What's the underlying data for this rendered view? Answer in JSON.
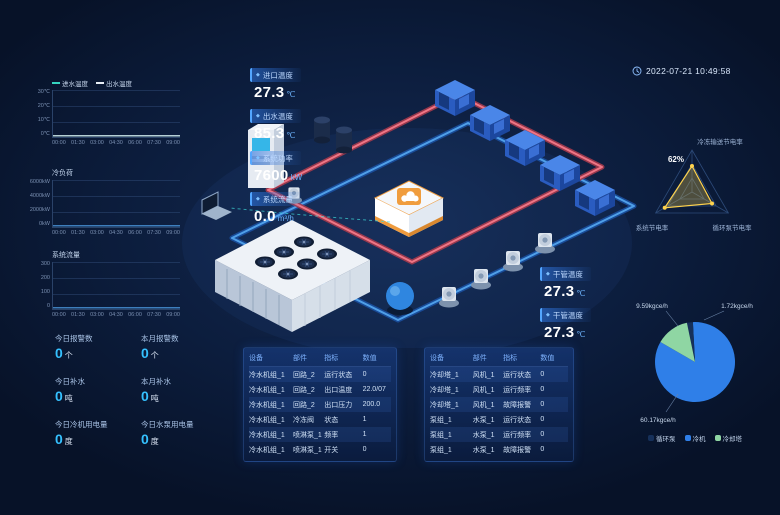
{
  "timestamp": {
    "value": "2022-07-21 10:49:58"
  },
  "metrics": {
    "inlet_temp": {
      "label": "进口温度",
      "value": "27.3",
      "unit": "℃"
    },
    "outlet_temp": {
      "label": "出水温度",
      "value": "85.3",
      "unit": "℃"
    },
    "system_power": {
      "label": "系统功率",
      "value": "7600",
      "unit": "kW"
    },
    "system_flow": {
      "label": "系统流量",
      "value": "0.0",
      "unit": "m³/h"
    },
    "main_pipe_temp_top": {
      "label": "干管温度",
      "value": "27.3",
      "unit": "℃"
    },
    "main_pipe_temp_bottom": {
      "label": "干管温度",
      "value": "27.3",
      "unit": "℃"
    }
  },
  "counters": [
    {
      "label": "今日报警数",
      "value": "0",
      "unit": "个"
    },
    {
      "label": "本月报警数",
      "value": "0",
      "unit": "个"
    },
    {
      "label": "今日补水",
      "value": "0",
      "unit": "吨"
    },
    {
      "label": "本月补水",
      "value": "0",
      "unit": "吨"
    },
    {
      "label": "今日冷机用电量",
      "value": "0",
      "unit": "度"
    },
    {
      "label": "今日水泵用电量",
      "value": "0",
      "unit": "度"
    }
  ],
  "chart_data": [
    {
      "type": "line",
      "title": "",
      "x": [
        "00:00",
        "01:30",
        "03:00",
        "04:30",
        "06:00",
        "07:30",
        "09:00"
      ],
      "yticks": [
        "30℃",
        "20℃",
        "10℃",
        "0℃"
      ],
      "ylim": [
        0,
        30
      ],
      "grid": true,
      "legend_position": "top",
      "series": [
        {
          "name": "进水温度",
          "color": "#35d4c0",
          "values": [
            0,
            0,
            0,
            0,
            0,
            0,
            0
          ]
        },
        {
          "name": "出水温度",
          "color": "#e8eef5",
          "values": [
            0,
            0,
            0,
            0,
            0,
            0,
            0
          ]
        }
      ]
    },
    {
      "type": "line",
      "title": "冷负荷",
      "x": [
        "00:00",
        "01:30",
        "03:00",
        "04:30",
        "06:00",
        "07:30",
        "09:00"
      ],
      "yticks": [
        "6000kW",
        "4000kW",
        "2000kW",
        "0kW"
      ],
      "ylim": [
        0,
        6000
      ],
      "grid": true,
      "series": [
        {
          "name": "冷负荷",
          "color": "#4f9fe8",
          "values": [
            0,
            0,
            0,
            0,
            0,
            0,
            0
          ]
        }
      ]
    },
    {
      "type": "line",
      "title": "系统流量",
      "x": [
        "00:00",
        "01:30",
        "03:00",
        "04:30",
        "06:00",
        "07:30",
        "09:00"
      ],
      "yticks": [
        "300",
        "200",
        "100",
        "0"
      ],
      "ylim": [
        0,
        300
      ],
      "grid": true,
      "series": [
        {
          "name": "系统流量",
          "color": "#4f9fe8",
          "values": [
            0,
            0,
            0,
            0,
            0,
            0,
            0
          ]
        }
      ]
    },
    {
      "type": "radar",
      "axes": [
        "冷冻输送节电率",
        "循环泵节电率",
        "系统节电率"
      ],
      "values": [
        62,
        55,
        75
      ],
      "max": 100,
      "value_label": "62%",
      "color": "#ffd34d"
    },
    {
      "type": "pie",
      "start_angle": 210,
      "slices": [
        {
          "label": "冷却塔",
          "value": 9.59,
          "display": "9.59kgce/h",
          "color": "#8fd6a3"
        },
        {
          "label": "循环泵",
          "value": 1.72,
          "display": "1.72kgce/h",
          "color": "#16305a"
        },
        {
          "label": "冷机",
          "value": 60.17,
          "display": "60.17kgce/h",
          "color": "#2f7fe8"
        }
      ],
      "legend": [
        {
          "label": "循环泵",
          "color": "#16305a"
        },
        {
          "label": "冷机",
          "color": "#2f7fe8"
        },
        {
          "label": "冷却塔",
          "color": "#8fd6a3"
        }
      ]
    }
  ],
  "tables": [
    {
      "headers": [
        "设备",
        "部件",
        "指标",
        "数值"
      ],
      "rows": [
        [
          "冷水机组_1",
          "回路_2",
          "运行状态",
          "0"
        ],
        [
          "冷水机组_1",
          "回路_2",
          "出口温度",
          "22.0/07"
        ],
        [
          "冷水机组_1",
          "回路_2",
          "出口压力",
          "200.0"
        ],
        [
          "冷水机组_1",
          "冷冻阀",
          "状态",
          "1"
        ],
        [
          "冷水机组_1",
          "喷淋泵_1",
          "频率",
          "1"
        ],
        [
          "冷水机组_1",
          "喷淋泵_1",
          "开关",
          "0"
        ]
      ]
    },
    {
      "headers": [
        "设备",
        "部件",
        "指标",
        "数值"
      ],
      "rows": [
        [
          "冷却塔_1",
          "风机_1",
          "运行状态",
          "0"
        ],
        [
          "冷却塔_1",
          "风机_1",
          "运行频率",
          "0"
        ],
        [
          "冷却塔_1",
          "风机_1",
          "故障报警",
          "0"
        ],
        [
          "泵组_1",
          "水泵_1",
          "运行状态",
          "0"
        ],
        [
          "泵组_1",
          "水泵_1",
          "运行频率",
          "0"
        ],
        [
          "泵组_1",
          "水泵_1",
          "故障报警",
          "0"
        ]
      ]
    }
  ],
  "colors": {
    "background": "#0a1734",
    "accent_blue": "#35c1ff",
    "pipe_cold": "#4f9fe8",
    "pipe_hot": "#ef7585",
    "radar": "#ffd34d"
  }
}
